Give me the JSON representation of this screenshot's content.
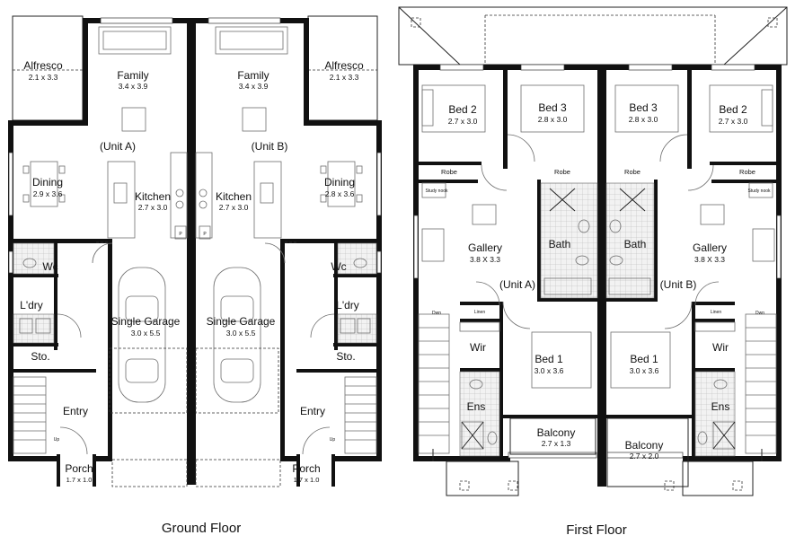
{
  "captions": {
    "ground": "Ground Floor",
    "first": "First Floor"
  },
  "ground_floor": {
    "alfresco": {
      "name": "Alfresco",
      "dim": "2.1 x 3.3"
    },
    "family": {
      "name": "Family",
      "dim": "3.4 x 3.9"
    },
    "unit_a": "(Unit A)",
    "unit_b": "(Unit B)",
    "dining_a": {
      "name": "Dining",
      "dim": "2.9 x 3.6"
    },
    "dining_b": {
      "name": "Dining",
      "dim": "2.8 x 3.6"
    },
    "kitchen": {
      "name": "Kitchen",
      "dim": "2.7 x 3.0"
    },
    "pantry": "P",
    "wc": "Wc",
    "laundry": "L'dry",
    "garage": {
      "name": "Single Garage",
      "dim": "3.0 x 5.5"
    },
    "storage": "Sto.",
    "entry": "Entry",
    "stair_up": "Up",
    "porch": {
      "name": "Porch",
      "dim": "1.7 x 1.0"
    }
  },
  "first_floor": {
    "bed2": {
      "name": "Bed 2",
      "dim": "2.7 x 3.0"
    },
    "bed3": {
      "name": "Bed 3",
      "dim": "2.8 x 3.0"
    },
    "robe": "Robe",
    "study_nook": "Study nook",
    "gallery": {
      "name": "Gallery",
      "dim": "3.8 X 3.3"
    },
    "bath": "Bath",
    "unit_a": "(Unit A)",
    "unit_b": "(Unit B)",
    "stair_dn": "Dwn",
    "linen": "Linen",
    "wir": "Wir",
    "bed1": {
      "name": "Bed 1",
      "dim": "3.0 x 3.6"
    },
    "ens": "Ens",
    "balcony_a": {
      "name": "Balcony",
      "dim": "2.7 x 1.3"
    },
    "balcony_b": {
      "name": "Balcony",
      "dim": "2.7 x 2.0"
    }
  }
}
